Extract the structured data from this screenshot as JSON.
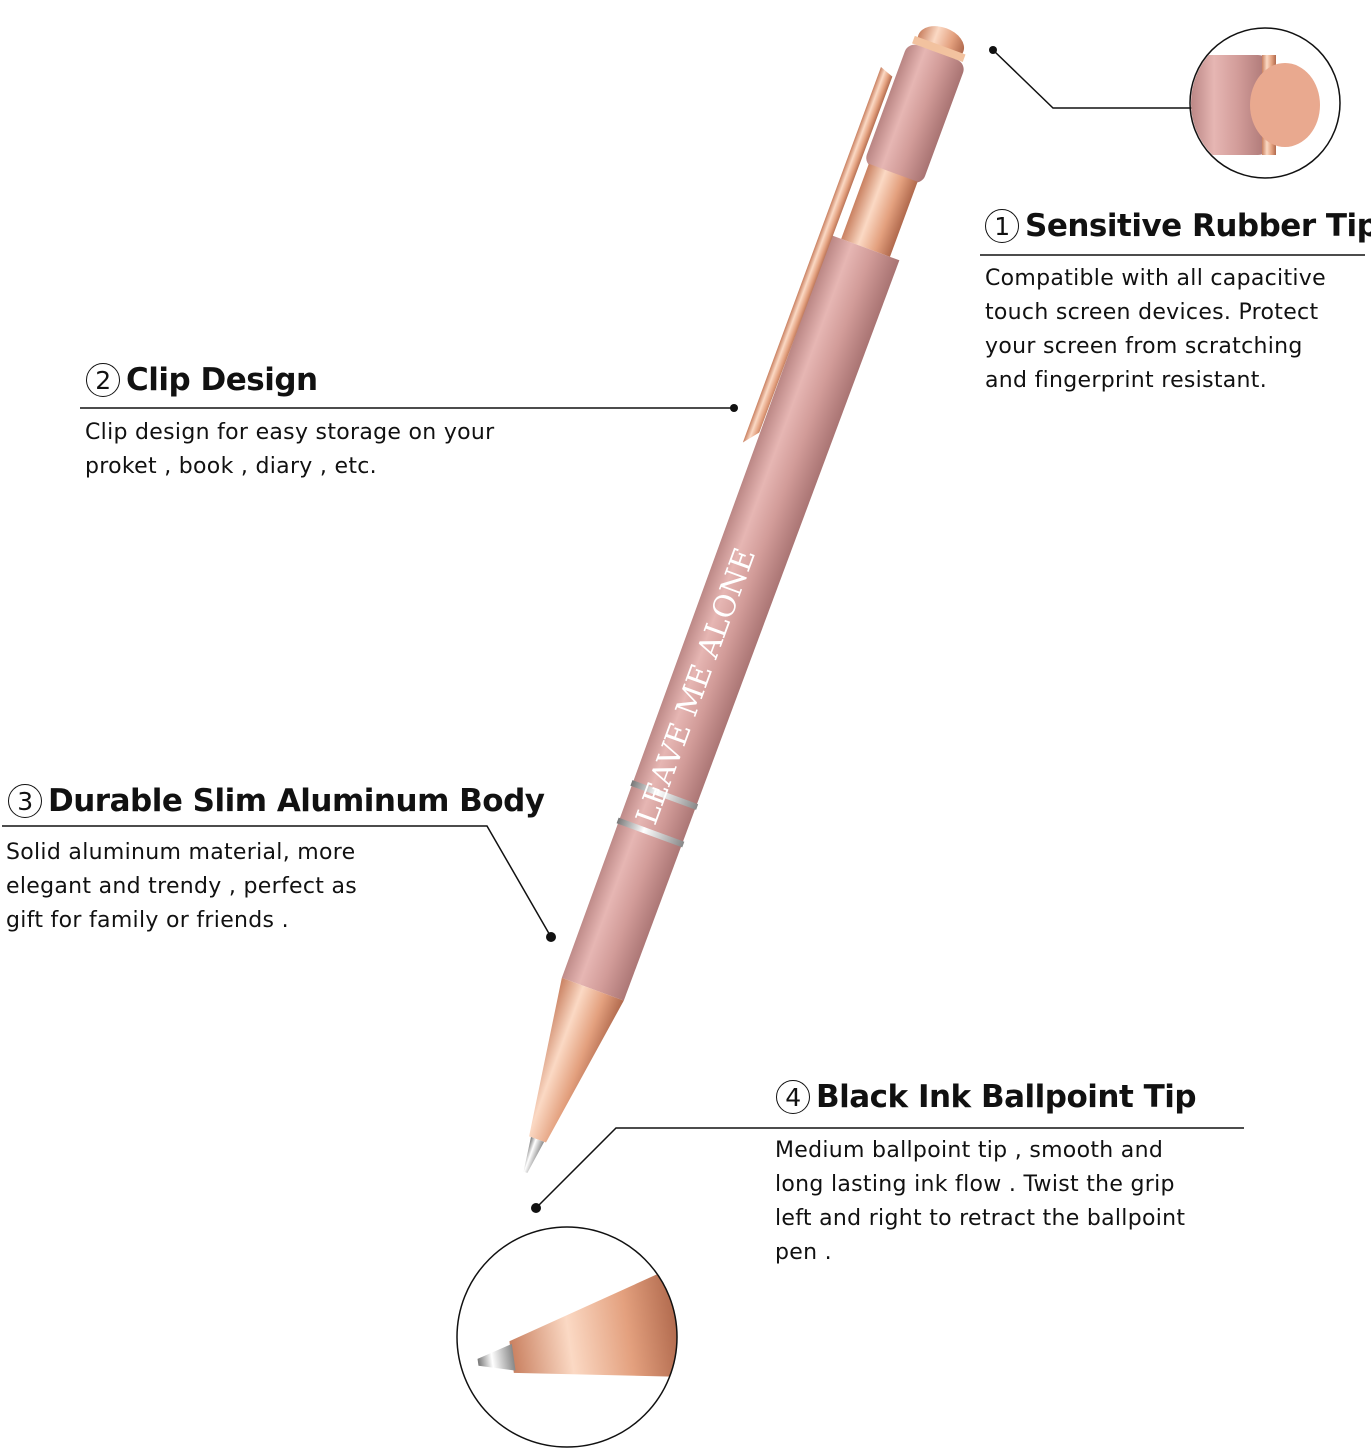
{
  "pen_engraving": "LEAVE ME ALONE",
  "colors": {
    "pen_body": "#d9a4a2",
    "rose_gold": "#e8a98a",
    "text": "#111111"
  },
  "features": [
    {
      "number": "1",
      "title": "Sensitive Rubber Tip",
      "lines": [
        "Compatible with all capacitive",
        "touch screen devices. Protect",
        "your screen from scratching",
        "and fingerprint resistant."
      ]
    },
    {
      "number": "2",
      "title": "Clip Design",
      "lines": [
        "Clip design for easy storage on your",
        "proket , book , diary , etc."
      ]
    },
    {
      "number": "3",
      "title": "Durable Slim Aluminum Body",
      "lines": [
        "Solid aluminum material, more",
        "elegant and trendy , perfect as",
        "gift for family or friends ."
      ]
    },
    {
      "number": "4",
      "title": "Black Ink Ballpoint Tip",
      "lines": [
        "Medium ballpoint tip , smooth and",
        "long lasting ink flow . Twist the grip",
        "left and right to retract the ballpoint",
        "pen ."
      ]
    }
  ]
}
